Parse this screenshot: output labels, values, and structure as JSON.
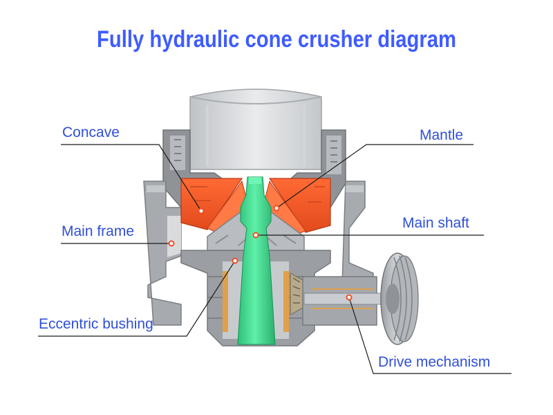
{
  "title": "Fully hydraulic cone crusher diagram",
  "colors": {
    "title": "#3f5cff",
    "label": "#2f4fd8",
    "leader": "#1a1a1a",
    "callout_dot": "#f04e23",
    "casing": "#8f9398",
    "casing_light": "#c7cacd",
    "liner": "#f05a28",
    "shaft": "#3fd88f"
  },
  "labels": {
    "concave": "Concave",
    "mantle": "Mantle",
    "main_frame": "Main frame",
    "main_shaft": "Main shaft",
    "eccentric_bushing": "Eccentric bushing",
    "drive_mechanism": "Drive mechanism"
  }
}
